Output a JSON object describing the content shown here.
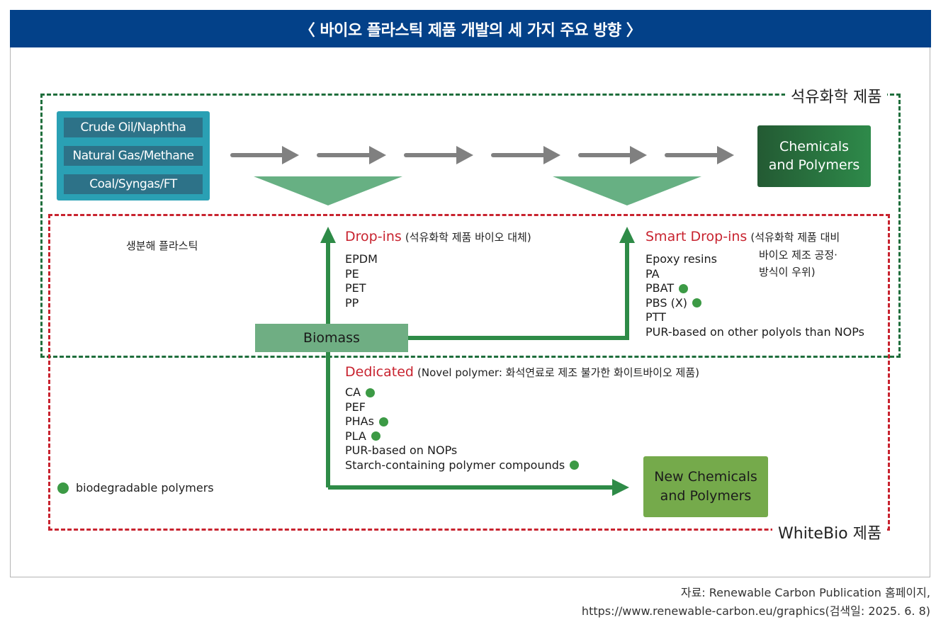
{
  "title": "〈 바이오 플라스틱 제품 개발의 세 가지 주요 방향 〉",
  "regions": {
    "petrochemical_label": "석유화학 제품",
    "whitebio_label": "WhiteBio 제품",
    "biodegradable_label": "생분해 플라스틱"
  },
  "sources": [
    "Crude Oil/Naphtha",
    "Natural Gas/Methane",
    "Coal/Syngas/FT"
  ],
  "chemicals_box": {
    "line1": "Chemicals",
    "line2": "and Polymers"
  },
  "new_chemicals_box": {
    "line1": "New Chemicals",
    "line2": "and Polymers"
  },
  "biomass_label": "Biomass",
  "drop_ins": {
    "title": "Drop-ins",
    "note": "(석유화학 제품 바이오 대체)",
    "items": [
      {
        "label": "EPDM",
        "biodegradable": false
      },
      {
        "label": "PE",
        "biodegradable": false
      },
      {
        "label": "PET",
        "biodegradable": false
      },
      {
        "label": "PP",
        "biodegradable": false
      }
    ]
  },
  "smart_drop_ins": {
    "title": "Smart Drop-ins",
    "note_lines": [
      "(석유화학 제품 대비",
      "바이오 제조 공정·",
      "방식이 우위)"
    ],
    "items": [
      {
        "label": "Epoxy resins",
        "biodegradable": false
      },
      {
        "label": "PA",
        "biodegradable": false
      },
      {
        "label": "PBAT",
        "biodegradable": true
      },
      {
        "label": "PBS (X)",
        "biodegradable": true
      },
      {
        "label": "PTT",
        "biodegradable": false
      },
      {
        "label": "PUR-based on other polyols than NOPs",
        "biodegradable": false
      }
    ]
  },
  "dedicated": {
    "title": "Dedicated",
    "note": "(Novel polymer: 화석연료로 제조 불가한 화이트바이오 제품)",
    "items": [
      {
        "label": "CA",
        "biodegradable": true
      },
      {
        "label": "PEF",
        "biodegradable": false
      },
      {
        "label": "PHAs",
        "biodegradable": true
      },
      {
        "label": "PLA",
        "biodegradable": true
      },
      {
        "label": "PUR-based on NOPs",
        "biodegradable": false
      },
      {
        "label": "Starch-containing polymer compounds",
        "biodegradable": true
      }
    ]
  },
  "legend": {
    "label": "biodegradable polymers",
    "color": "#3c9a45"
  },
  "colors": {
    "title_bg": "#034189",
    "petro_border": "#1f6e3c",
    "whitebio_border": "#c8232f",
    "category_title": "#c8232f",
    "arrow_green": "#2e8b47",
    "arrow_gray": "#808080"
  },
  "source_note": {
    "line1": "자료: Renewable Carbon Publication 홈페이지,",
    "line2": "https://www.renewable-carbon.eu/graphics(검색일: 2025. 6. 8)"
  }
}
